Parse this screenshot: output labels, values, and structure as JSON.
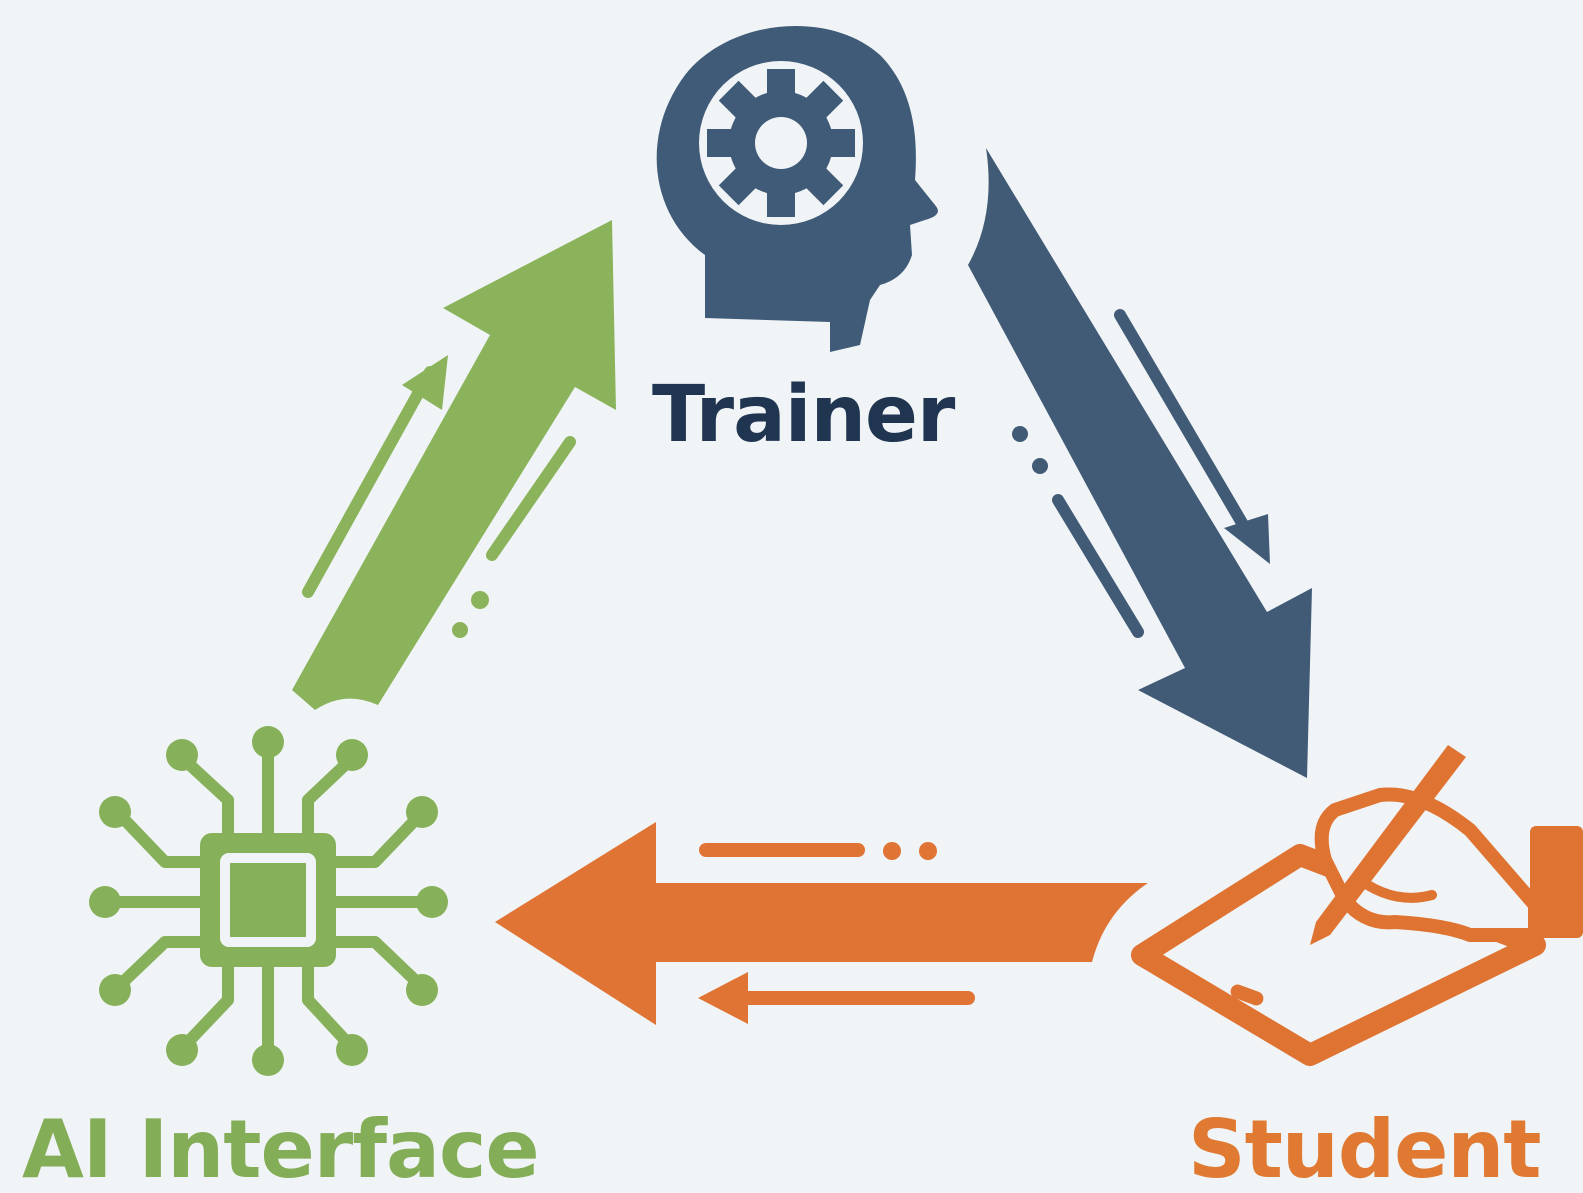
{
  "nodes": {
    "trainer": {
      "label": "Trainer",
      "icon": "head-gear-icon",
      "color": "#3f5b78"
    },
    "ai_interface": {
      "label": "AI Interface",
      "icon": "circuit-chip-icon",
      "color": "#86b05a"
    },
    "student": {
      "label": "Student",
      "icon": "hand-writing-tablet-icon",
      "color": "#de7332"
    }
  },
  "flows": [
    {
      "from": "AI Interface",
      "to": "Trainer",
      "color": "#8ab35c"
    },
    {
      "from": "Trainer",
      "to": "Student",
      "color": "#415b77"
    },
    {
      "from": "Student",
      "to": "AI Interface",
      "color": "#df7434"
    }
  ],
  "colors": {
    "background": "#f1f4f6",
    "trainer_text": "#1f3550",
    "ai_text": "#84ad57",
    "student_text": "#e07a33"
  }
}
